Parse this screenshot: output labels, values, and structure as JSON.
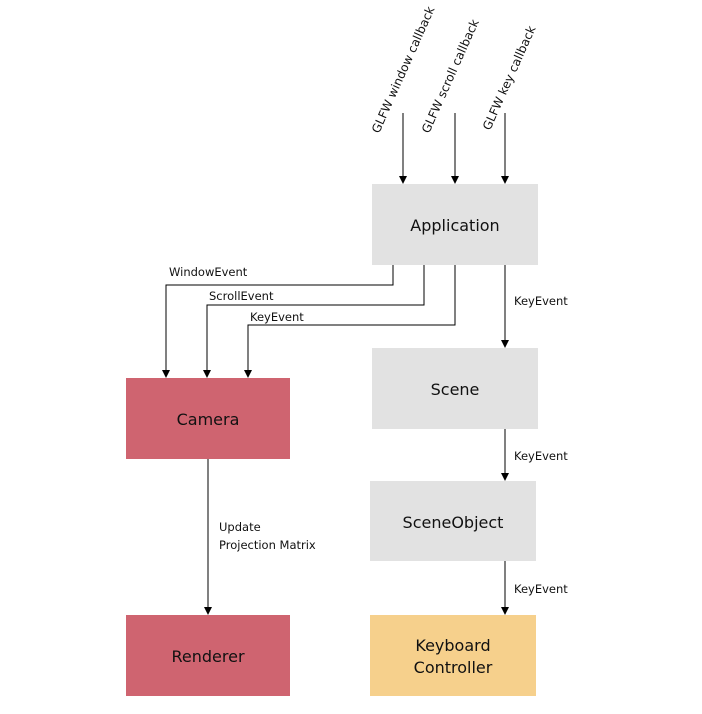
{
  "colors": {
    "gray_box": "#e2e2e2",
    "red_box": "#cf6470",
    "orange_box": "#f6d08c",
    "wire": "#000000"
  },
  "inputs": [
    {
      "id": "glfw-window",
      "label": "GLFW window callback"
    },
    {
      "id": "glfw-scroll",
      "label": "GLFW scroll callback"
    },
    {
      "id": "glfw-key",
      "label": "GLFW key callback"
    }
  ],
  "boxes": {
    "application": {
      "label": "Application"
    },
    "scene": {
      "label": "Scene"
    },
    "scene_object": {
      "label": "SceneObject"
    },
    "keyboard_controller": {
      "line1": "Keyboard",
      "line2": "Controller"
    },
    "camera": {
      "label": "Camera"
    },
    "renderer": {
      "label": "Renderer"
    }
  },
  "edges": {
    "window_event": "WindowEvent",
    "scroll_event": "ScrollEvent",
    "camera_key_event": "KeyEvent",
    "app_to_scene": "KeyEvent",
    "scene_to_object": "KeyEvent",
    "object_to_controller": "KeyEvent",
    "camera_to_renderer_line1": "Update",
    "camera_to_renderer_line2": "Projection Matrix"
  }
}
